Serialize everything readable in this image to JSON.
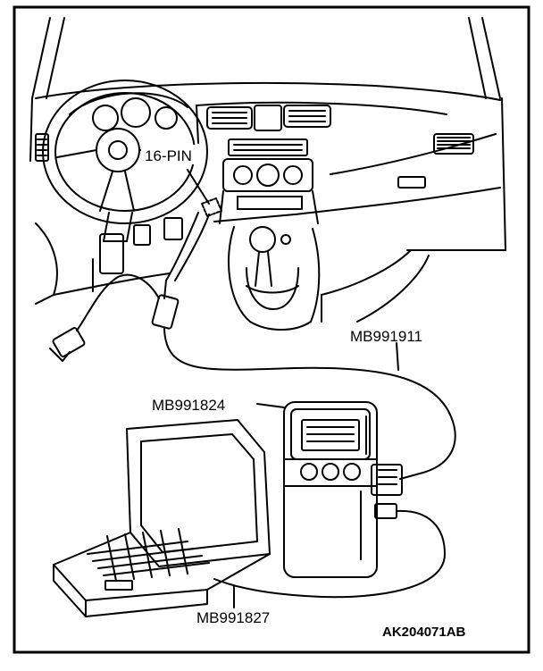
{
  "labels": {
    "connector": "16-PIN",
    "cable_main": "MB991911",
    "vci_unit": "MB991824",
    "usb_cable": "MB991827",
    "figure_code": "AK204071AB"
  }
}
